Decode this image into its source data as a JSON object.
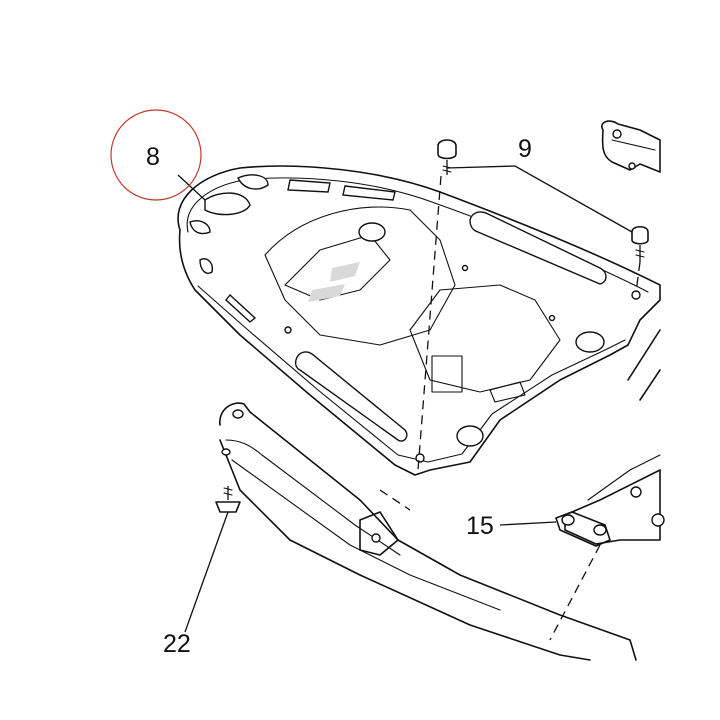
{
  "diagram": {
    "callouts": [
      {
        "id": "8",
        "label": "8",
        "highlighted": true
      },
      {
        "id": "9",
        "label": "9",
        "highlighted": false
      },
      {
        "id": "15",
        "label": "15",
        "highlighted": false
      },
      {
        "id": "22",
        "label": "22",
        "highlighted": false
      }
    ],
    "colors": {
      "line": "#111111",
      "highlight_circle": "#c0392b",
      "background": "#ffffff"
    }
  }
}
